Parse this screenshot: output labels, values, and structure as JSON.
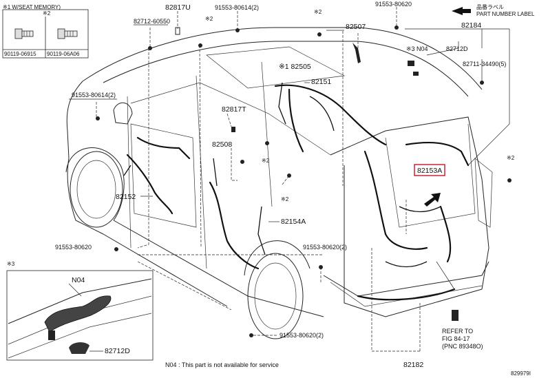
{
  "legend": {
    "note1": "※1 W/SEAT MEMORY)",
    "note2": "※2",
    "part_left": "90119-06915",
    "part_right": "90119-06A06"
  },
  "callouts": {
    "p82712_60550": "82712-60550",
    "p82817U": "82817U",
    "p91553_80614_top": "91553-80614(2)",
    "p91553_80620_top": "91553-80620",
    "p82507": "82507",
    "p82184": "82184",
    "n04_top": "※3 N04",
    "p82712D": "82712D",
    "p82711_34490": "82711-34490(5)",
    "p82505": "※1 82505",
    "p82151": "82151",
    "p91553_80614_left": "91553-80614(2)",
    "p82817T": "82817T",
    "p82508": "82508",
    "p82153A": "82153A",
    "p82152": "82152",
    "p82154A": "82154A",
    "p91553_80620_mid": "91553-80620(2)",
    "p91553_80620_left": "91553-80620",
    "p91553_80620_bottom": "91553-80620(2)",
    "p82182": "82182",
    "refer": "REFER TO",
    "fig": "FIG 84-17",
    "pnc": "(PNC 89348O)",
    "note2_a": "※2",
    "note2_b": "※2",
    "note2_c": "※2",
    "note2_d": "※2",
    "note2_e": "※2"
  },
  "label_plate": {
    "jp": "品番ラベル",
    "en": "PART NUMBER LABEL"
  },
  "inset": {
    "note": "※3",
    "n04": "N04",
    "part": "82712D"
  },
  "footnote": "N04 : This part is not available for service",
  "diagram_id": "829979I",
  "colors": {
    "highlight": "#c8102e",
    "line": "#222222",
    "background": "#ffffff"
  }
}
